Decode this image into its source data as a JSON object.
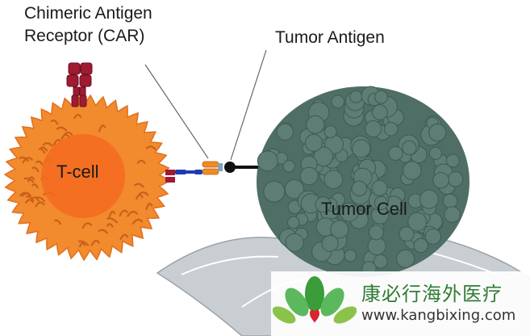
{
  "labels": {
    "car_line1": "Chimeric Antigen",
    "car_line2": "Receptor (CAR)",
    "tumor_antigen": "Tumor Antigen",
    "t_cell": "T-cell",
    "tumor_cell": "Tumor Cell"
  },
  "watermark": {
    "chinese_name": "康必行海外医疗",
    "url": "www.kangbixing.com"
  },
  "colors": {
    "t_cell_outer": "#f28a2e",
    "t_cell_inner": "#f56a1e",
    "tumor_cell": "#4e6e66",
    "tumor_base": "#c9ced3",
    "car_receptor": "#9e1b32",
    "car_linker_blue": "#1f3bb3",
    "car_orange": "#f08a24",
    "logo_green": "#3a9d3a",
    "logo_red": "#d9232e"
  }
}
